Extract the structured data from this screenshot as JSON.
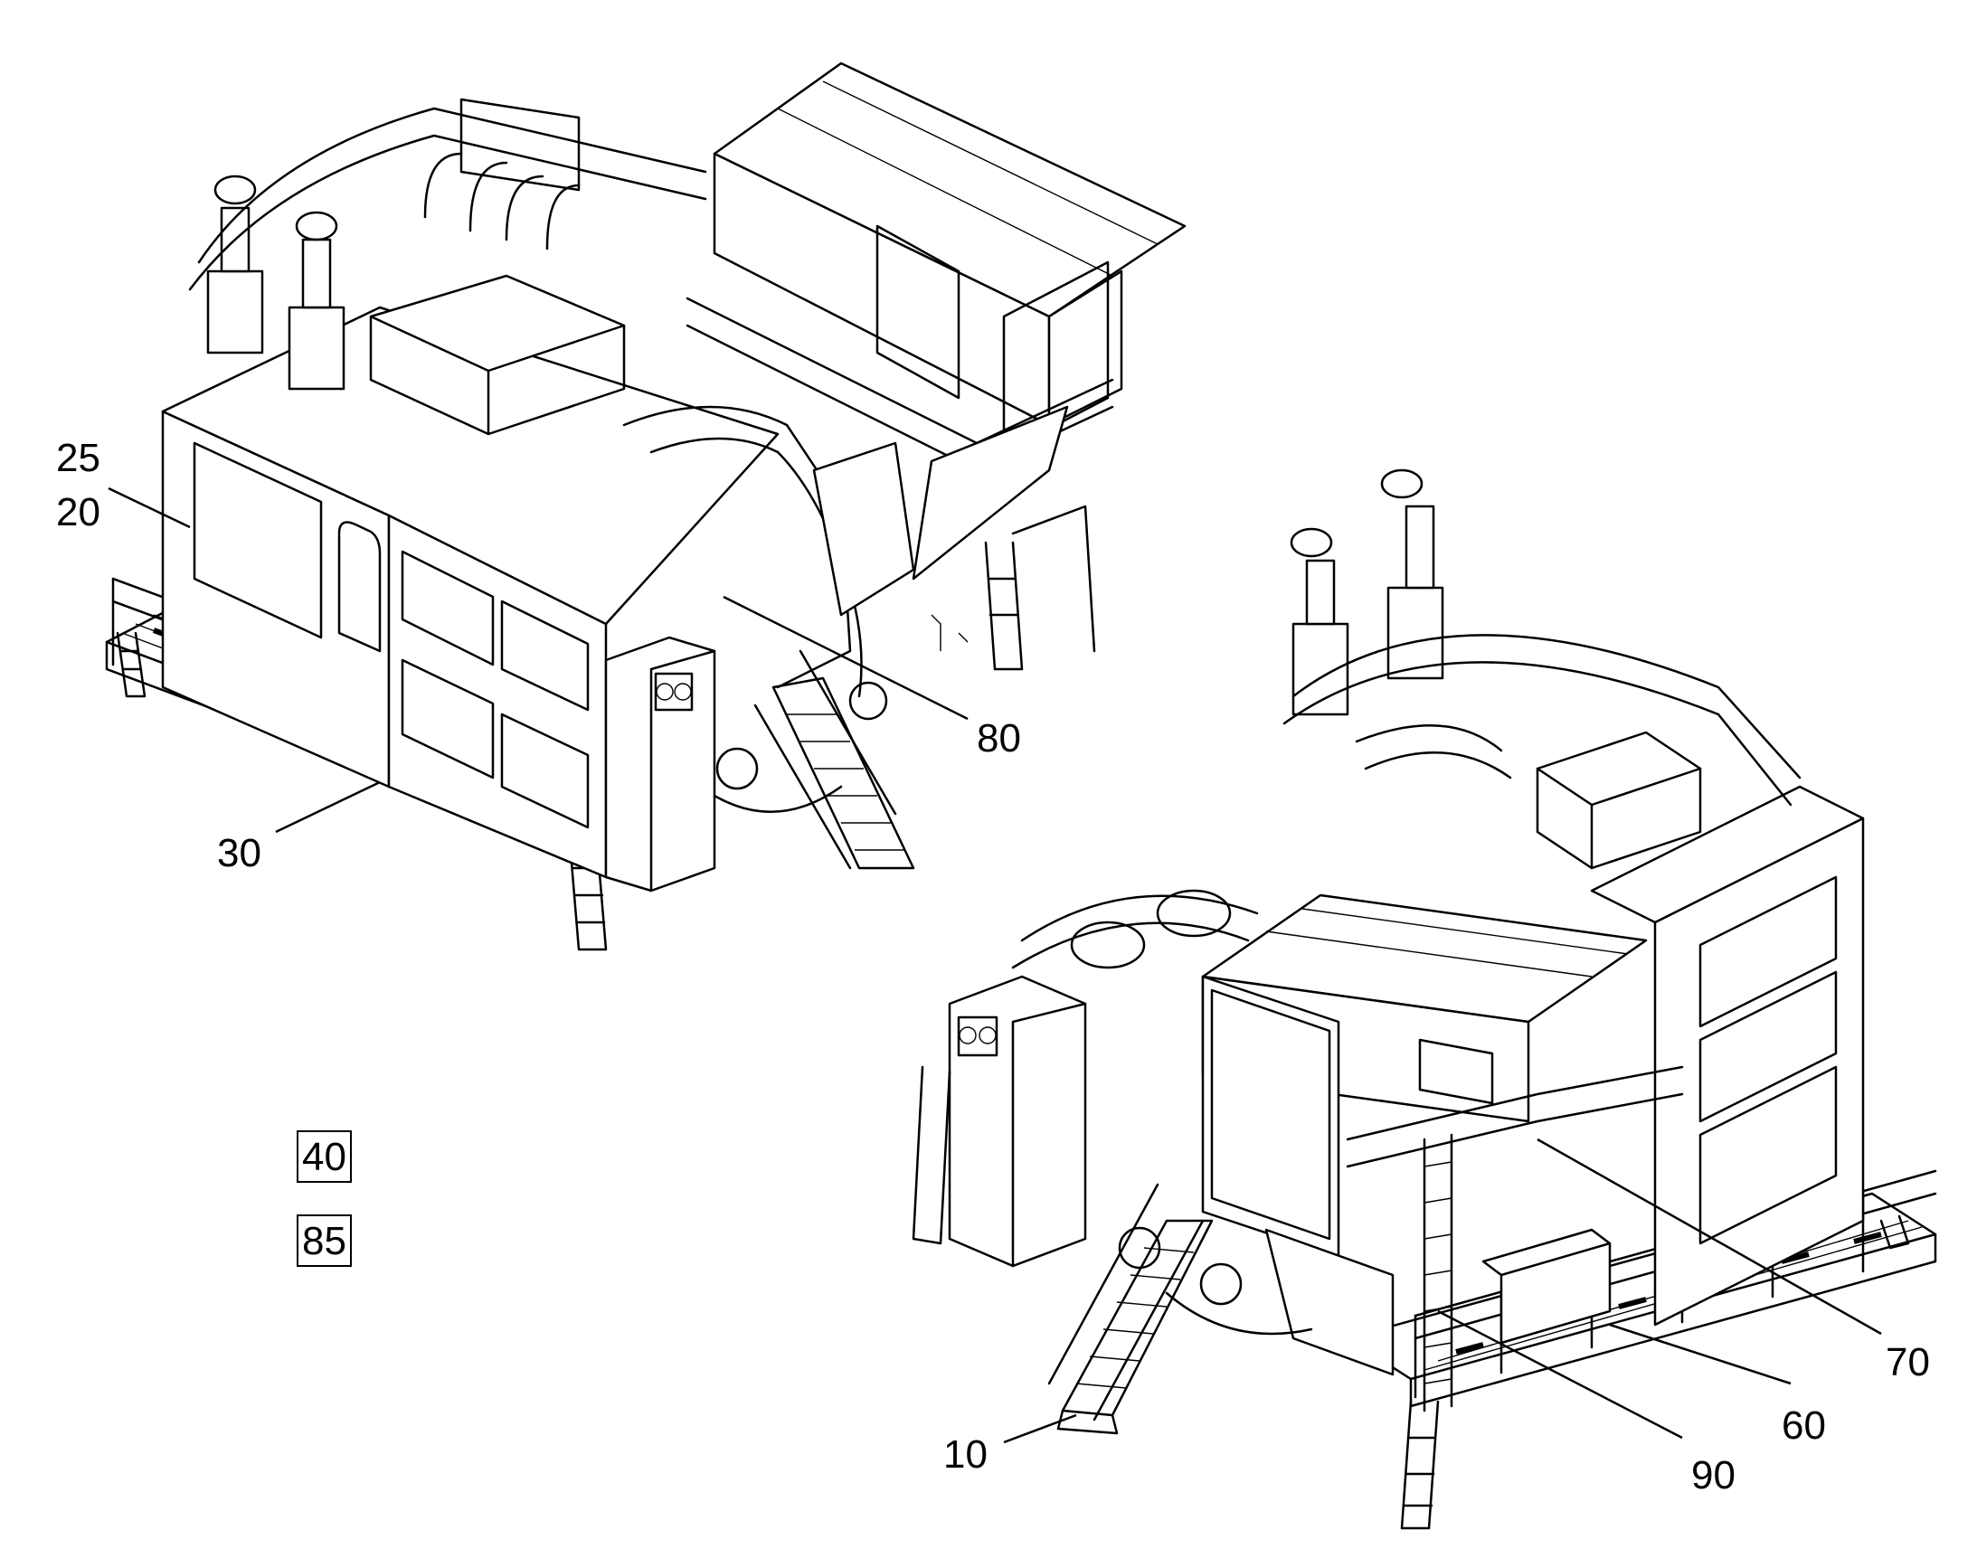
{
  "callouts": {
    "c25": "25",
    "c20": "20",
    "c30": "30",
    "c80": "80",
    "c10": "10",
    "c90": "90",
    "c60": "60",
    "c70": "70"
  },
  "boxed_refs": {
    "b40": "40",
    "b85": "85"
  },
  "colors": {
    "line": "#000000",
    "background": "#ffffff"
  }
}
